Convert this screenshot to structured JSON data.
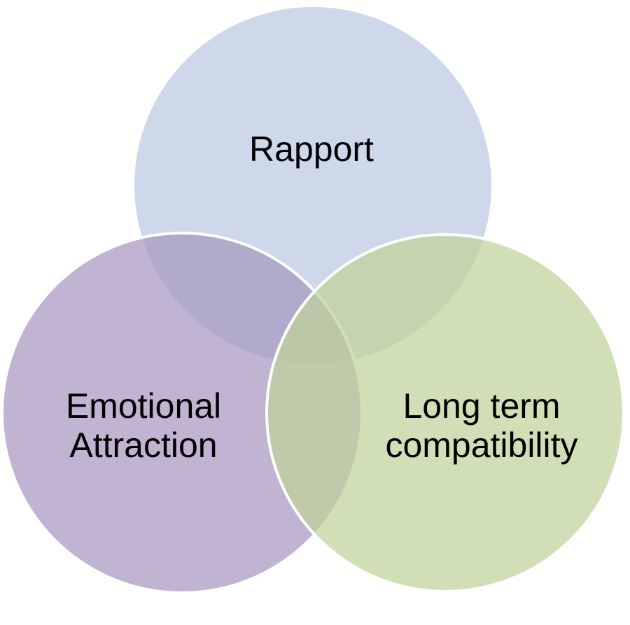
{
  "diagram": {
    "circles": [
      {
        "id": "top",
        "lines": [
          "Rapport"
        ],
        "color": "#bacbe2"
      },
      {
        "id": "left",
        "lines": [
          "Emotional",
          "Attraction"
        ],
        "color": "#a797c0"
      },
      {
        "id": "right",
        "lines": [
          "Long term",
          "compatibility"
        ],
        "color": "#bfd29a"
      }
    ],
    "circle_opacity": 0.72
  }
}
